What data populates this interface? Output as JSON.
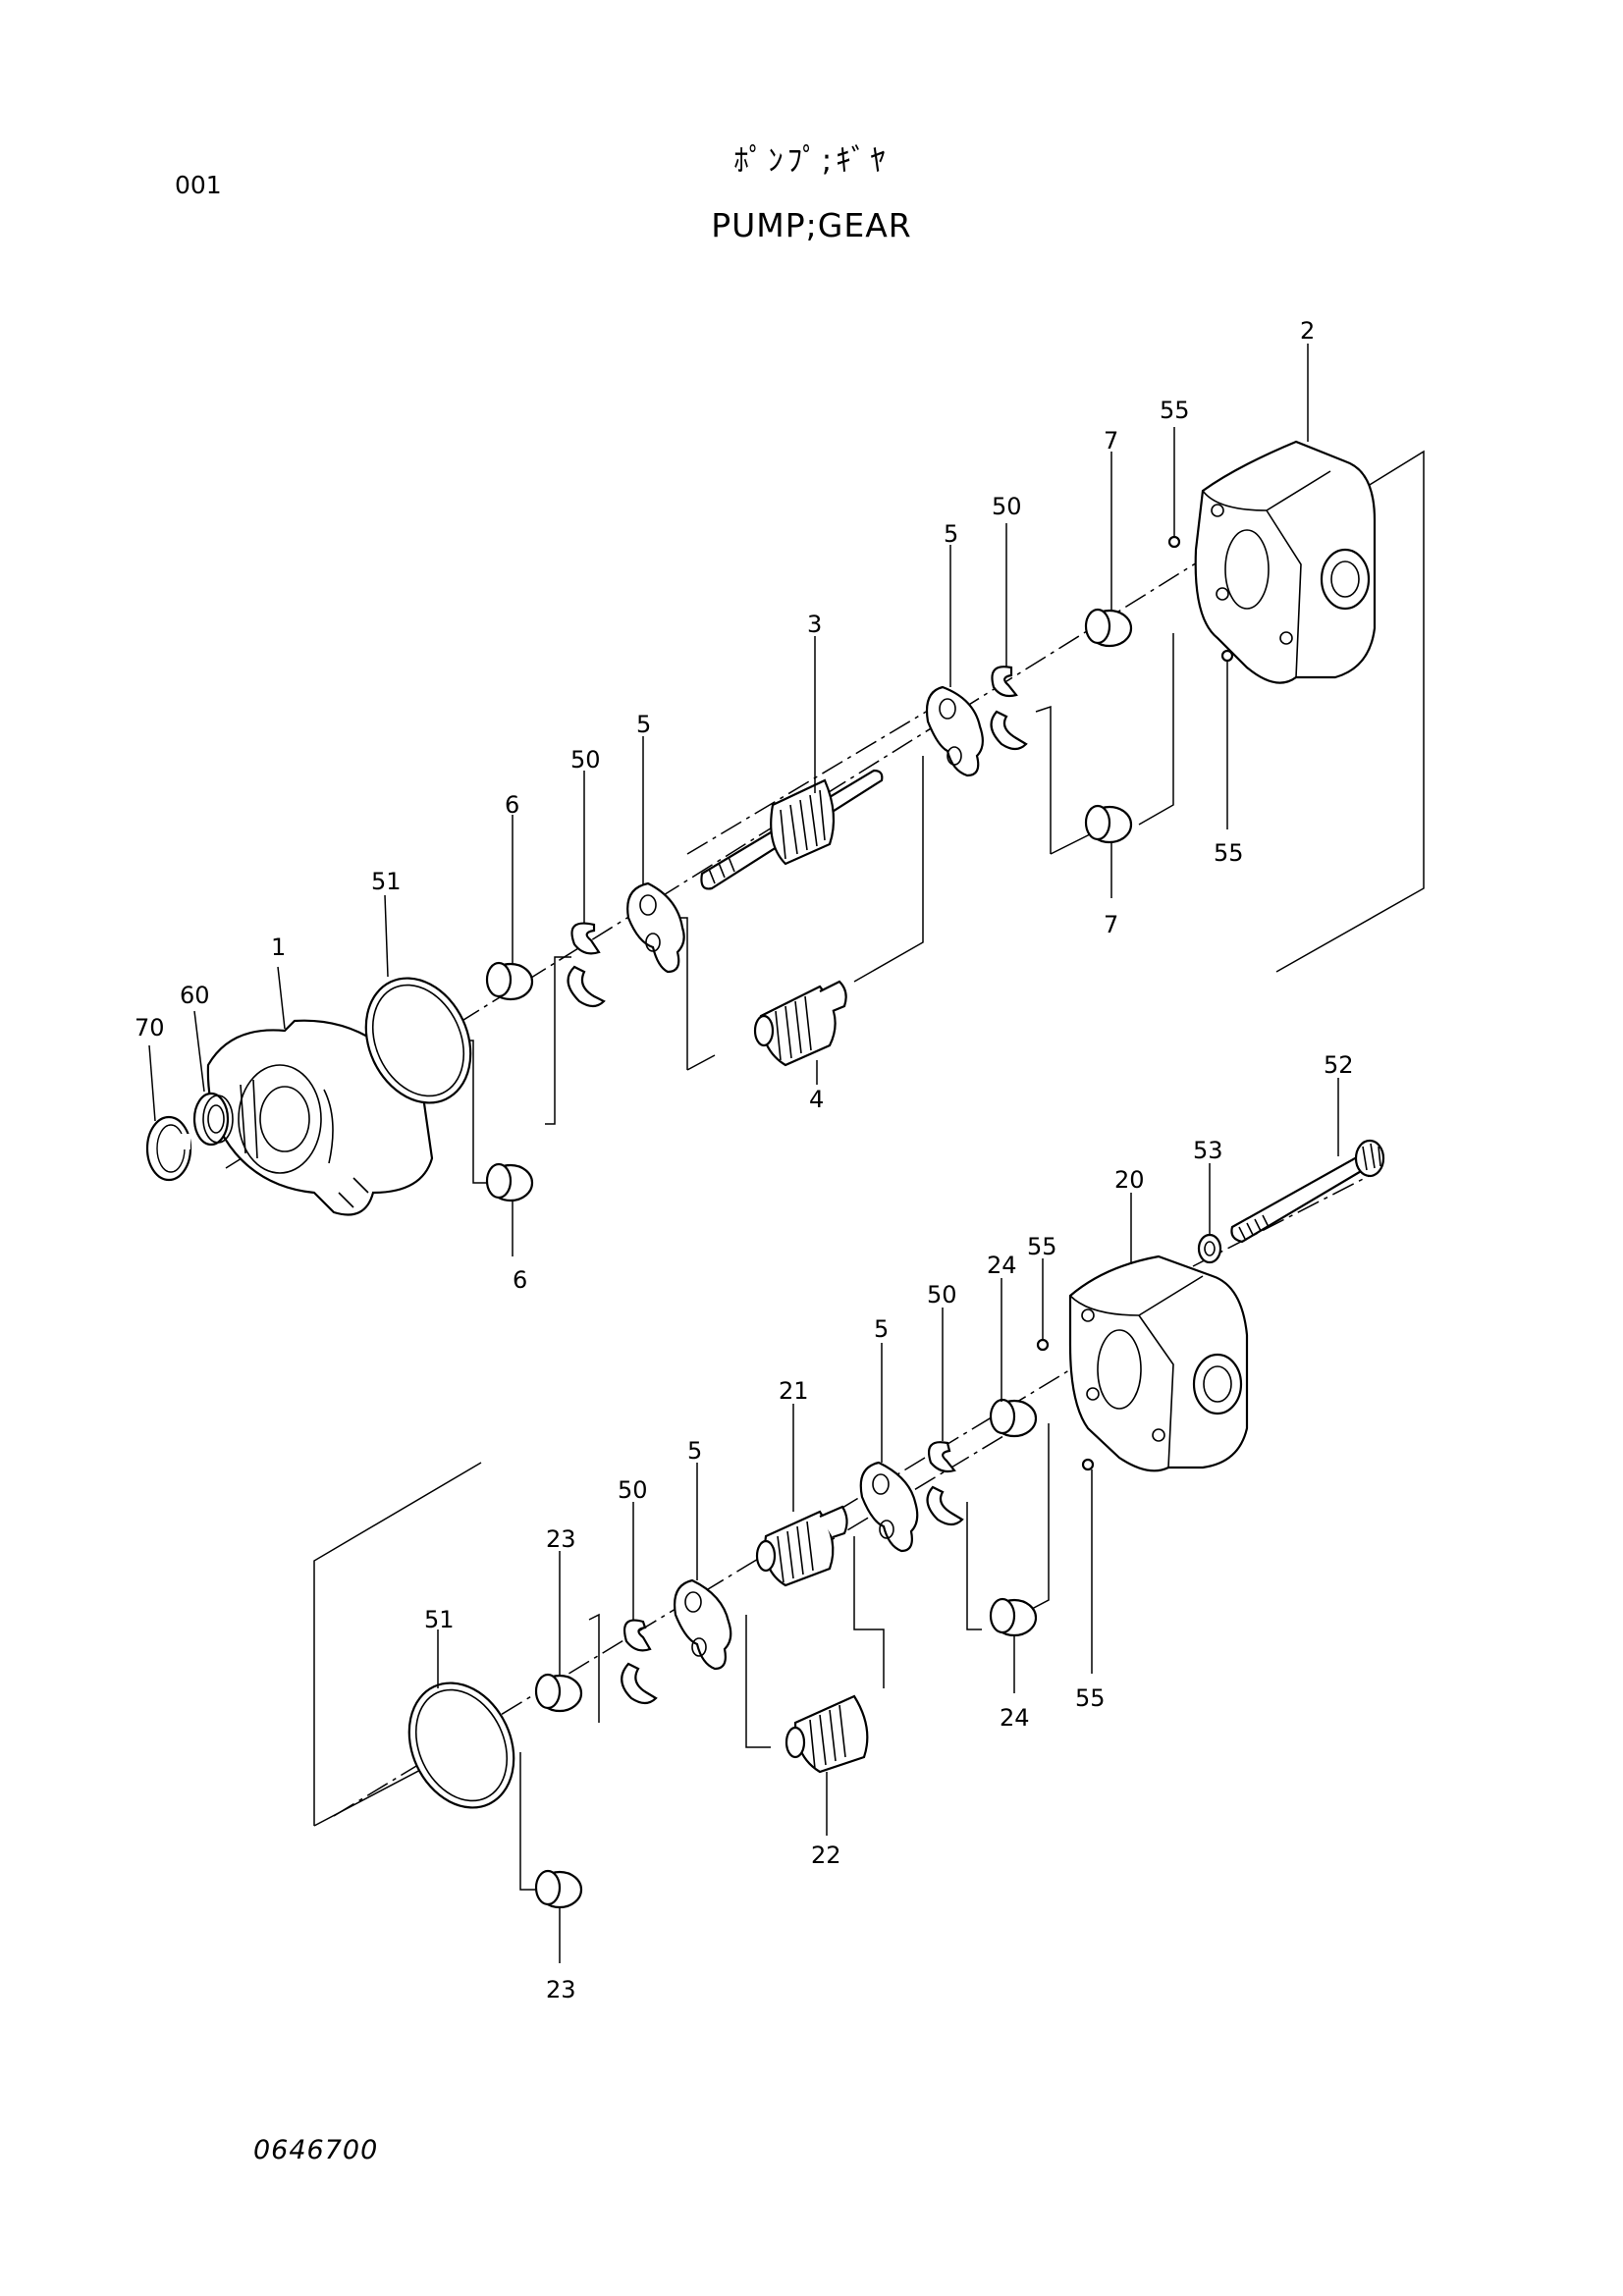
{
  "header": {
    "page_number": "001",
    "title_jp": "ﾎﾟﾝﾌﾟ;ｷﾞﾔ",
    "title_en": "PUMP;GEAR"
  },
  "footer": {
    "document_code": "0646700"
  },
  "callouts": {
    "upper": [
      "70",
      "60",
      "1",
      "51",
      "6",
      "6",
      "50",
      "5",
      "3",
      "4",
      "5",
      "50",
      "7",
      "7",
      "55",
      "55",
      "2"
    ],
    "lower": [
      "51",
      "23",
      "23",
      "50",
      "5",
      "21",
      "22",
      "5",
      "50",
      "24",
      "24",
      "55",
      "55",
      "20",
      "53",
      "52"
    ]
  }
}
